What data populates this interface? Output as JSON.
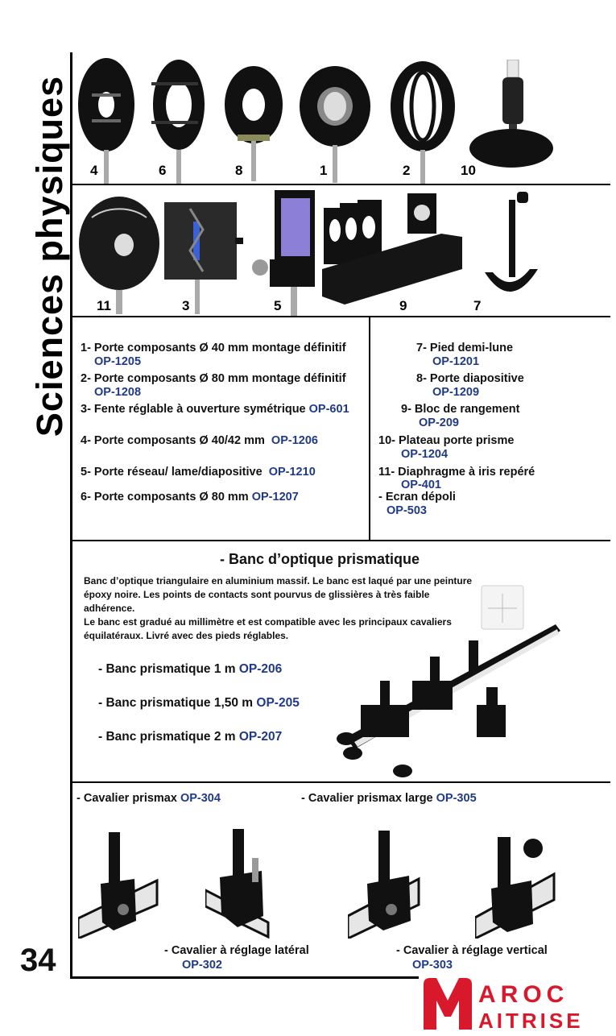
{
  "section_title": "Sciences physiques",
  "page_number": "34",
  "photo_labels": {
    "row1": [
      "4",
      "6",
      "8",
      "1",
      "2",
      "10"
    ],
    "row2": [
      "11",
      "3",
      "5",
      "9",
      "7"
    ]
  },
  "items_left": [
    {
      "text": "1- Porte composants Ø 40 mm montage définitif",
      "code": "OP-1205"
    },
    {
      "text": "2- Porte composants Ø 80 mm montage définitif",
      "code": "OP-1208"
    },
    {
      "text": "3- Fente réglable à ouverture symétrique",
      "code": "OP-601"
    },
    {
      "text": "4- Porte composants Ø 40/42 mm",
      "code": "OP-1206"
    },
    {
      "text": "5- Porte réseau/ lame/diapositive",
      "code": "OP-1210"
    },
    {
      "text": "6- Porte composants Ø 80 mm",
      "code": "OP-1207"
    }
  ],
  "items_right": [
    {
      "text": "7- Pied demi-lune",
      "code": "OP-1201"
    },
    {
      "text": "8- Porte diapositive",
      "code": "OP-1209"
    },
    {
      "text": "9- Bloc de rangement",
      "code": "OP-209"
    },
    {
      "text": "10- Plateau porte prisme",
      "code": "OP-1204"
    },
    {
      "text": "11- Diaphragme à iris repéré",
      "code": "OP-401"
    },
    {
      "text": "- Ecran dépoli",
      "code": "OP-503"
    }
  ],
  "banc": {
    "title": "- Banc d’optique prismatique",
    "description_1": "Banc d’optique triangulaire en aluminium massif. Le banc est laqué par une peinture époxy noire. Les points de contacts sont pourvus de glissières à très faible adhérence.",
    "description_2": "Le banc est gradué au millimètre et est compatible avec les principaux cavaliers équilatéraux. Livré avec des pieds réglables.",
    "variants": [
      {
        "text": "- Banc prismatique 1 m",
        "code": "OP-206"
      },
      {
        "text": "- Banc prismatique 1,50 m",
        "code": "OP-205"
      },
      {
        "text": "- Banc prismatique 2 m",
        "code": "OP-207"
      }
    ]
  },
  "cavaliers": {
    "top_left": {
      "text": "- Cavalier prismax",
      "code": "OP-304"
    },
    "top_right": {
      "text": "- Cavalier prismax large",
      "code": "OP-305"
    },
    "bottom_left": {
      "text": "- Cavalier à réglage latéral",
      "code": "OP-302"
    },
    "bottom_right": {
      "text": "- Cavalier à réglage vertical",
      "code": "OP-303"
    }
  },
  "logo": {
    "line1": "AROC",
    "line2": "AITRISE",
    "letter": "M"
  },
  "colors": {
    "code_blue": "#203a8a",
    "logo_red": "#d8192c"
  }
}
